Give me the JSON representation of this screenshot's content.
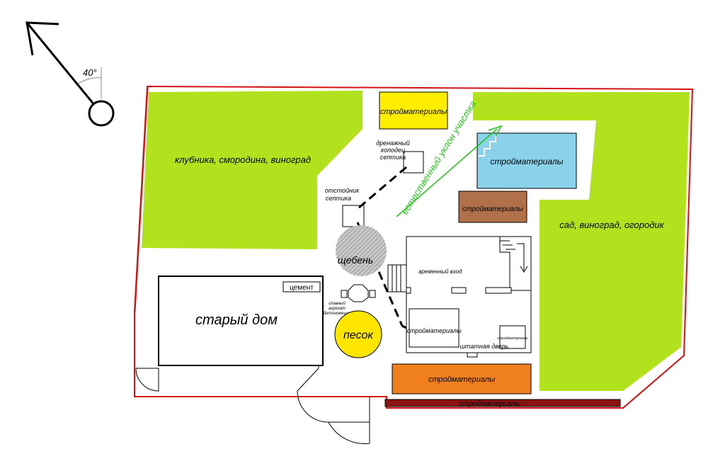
{
  "compass": {
    "angle_label": "40°"
  },
  "zones": {
    "garden_left": "клубника, смородина, виноград",
    "garden_right": "сад, виноград, огородик",
    "old_house": "старый дом",
    "cement": "цемент",
    "gravel": "щебень",
    "sand": "песок",
    "mixer_line1": "главный",
    "mixer_line2": "агрегат",
    "mixer_line3": "(бетономешалка)",
    "septic_settling_line1": "отстойник",
    "septic_settling_line2": "септика",
    "drain_well_line1": "дренажный",
    "drain_well_line2": "колодец",
    "drain_well_line3": "септика",
    "slope": "естественный уклон участка",
    "temp_entrance": "временный вход",
    "main_door": "штатная дверь"
  },
  "materials": {
    "yellow": "стройматериалы",
    "blue": "стройматериалы",
    "brown": "стройматериалы",
    "house_inner": "стройматериалы",
    "house_small": "стройматериалы",
    "orange": "стройматериалы",
    "bottom_strip": "стройматериалы"
  },
  "colors": {
    "boundary": "#d41414",
    "grass": "#b2e21e",
    "yellow": "#ffee00",
    "pool": "#8ad1ea",
    "brown": "#b0704a",
    "orange": "#f0801e",
    "maroon": "#8a1414",
    "gravel": "#c8c8c8",
    "sand": "#ffe600",
    "slope": "#22c41a"
  }
}
